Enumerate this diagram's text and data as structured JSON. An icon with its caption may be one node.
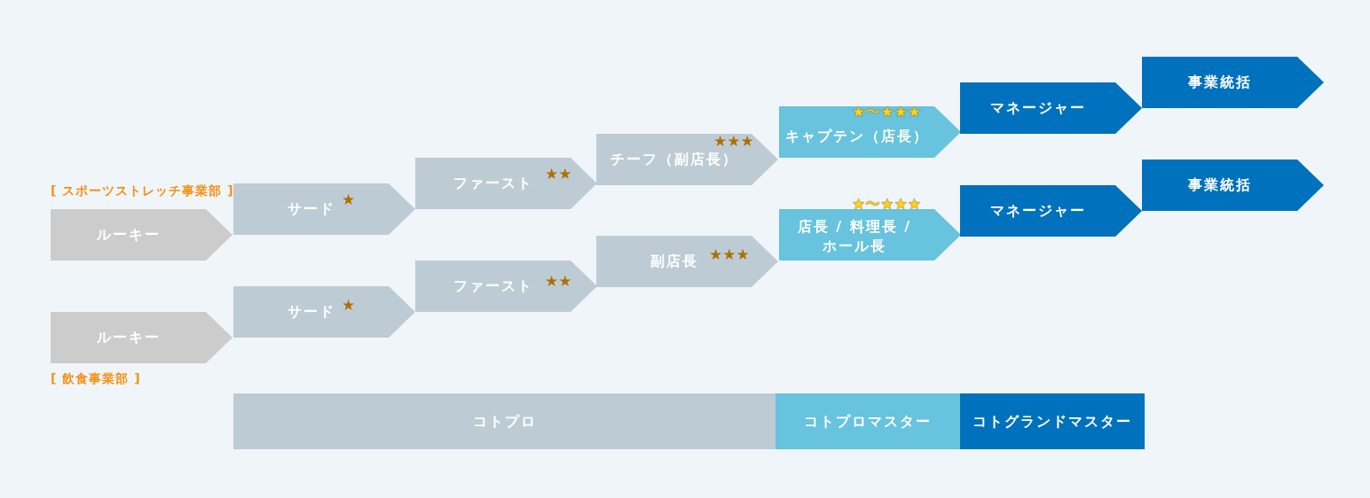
{
  "diagram": {
    "nodes": [
      {
        "text": [
          "ルーキー"
        ]
      },
      {
        "text": [
          "サード",
          "★"
        ]
      },
      {
        "text": [
          "ファースト",
          "★★"
        ]
      },
      {
        "text": [
          "★★★",
          "チーフ（副店長）"
        ]
      },
      {
        "text": [
          "★〜★★★",
          "キャプテン（店長）"
        ]
      },
      {
        "text": [
          "マネージャー"
        ]
      },
      {
        "text": [
          "事業統括"
        ]
      },
      {
        "text": [
          "ルーキー"
        ]
      },
      {
        "text": [
          "サード",
          "★"
        ]
      },
      {
        "text": [
          "ファースト",
          "★★"
        ]
      },
      {
        "text": [
          "副店長",
          "★★★"
        ]
      },
      {
        "text": [
          "★〜★★★",
          "店長 / 料理長 / ホール長"
        ]
      },
      {
        "text": [
          "マネージャー"
        ]
      },
      {
        "text": [
          "事業統括"
        ]
      },
      {
        "text": [
          "コトプロ"
        ]
      },
      {
        "text": [
          "コトプロマスター"
        ]
      },
      {
        "text": [
          "コトグランドマスター"
        ]
      }
    ],
    "labels": [
      "[ スポーツストレッチ事業部 ]",
      "[ 飲食事業部 ]"
    ]
  }
}
